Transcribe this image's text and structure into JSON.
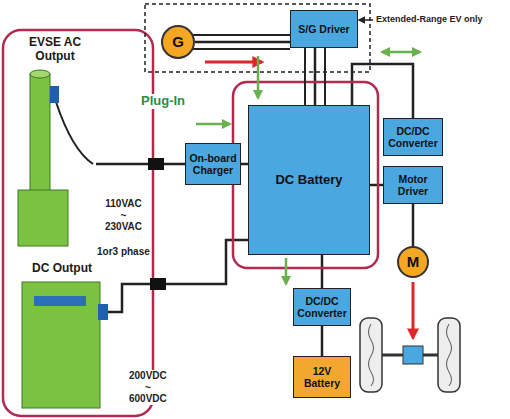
{
  "diagram": {
    "nodes": [
      {
        "text": [
          "EVSE AC Output"
        ]
      },
      {
        "text": [
          "DC Output"
        ]
      },
      {
        "text": [
          "G"
        ]
      },
      {
        "text": [
          "S/G Driver"
        ]
      },
      {
        "text": [
          "On-board Charger"
        ]
      },
      {
        "text": [
          "DC Battery"
        ]
      },
      {
        "text": [
          "DC/DC Converter"
        ]
      },
      {
        "text": [
          "Motor Driver"
        ]
      },
      {
        "text": [
          "M"
        ]
      },
      {
        "text": [
          "DC/DC Converter"
        ]
      },
      {
        "text": [
          "12V Battery"
        ]
      }
    ],
    "edges": [
      {
        "from": 0,
        "to": 4,
        "arrow": "none"
      },
      {
        "from": 1,
        "to": 5,
        "arrow": "none"
      },
      {
        "from": 4,
        "to": 5,
        "arrow": "none"
      },
      {
        "from": 2,
        "to": 3,
        "arrow": "none"
      },
      {
        "from": 3,
        "to": 5,
        "arrow": "none"
      },
      {
        "from": 5,
        "to": 6,
        "arrow": "none"
      },
      {
        "from": 5,
        "to": 7,
        "arrow": "none"
      },
      {
        "from": 7,
        "to": 8,
        "arrow": "none"
      },
      {
        "from": 5,
        "to": 9,
        "arrow": "none"
      },
      {
        "from": 9,
        "to": 10,
        "arrow": "none"
      }
    ],
    "labels": [
      "Extended-Range EV only",
      "Plug-In",
      "110VAC ~ 230VAC",
      "1or3 phase",
      "200VDC ~ 600VDC"
    ]
  }
}
